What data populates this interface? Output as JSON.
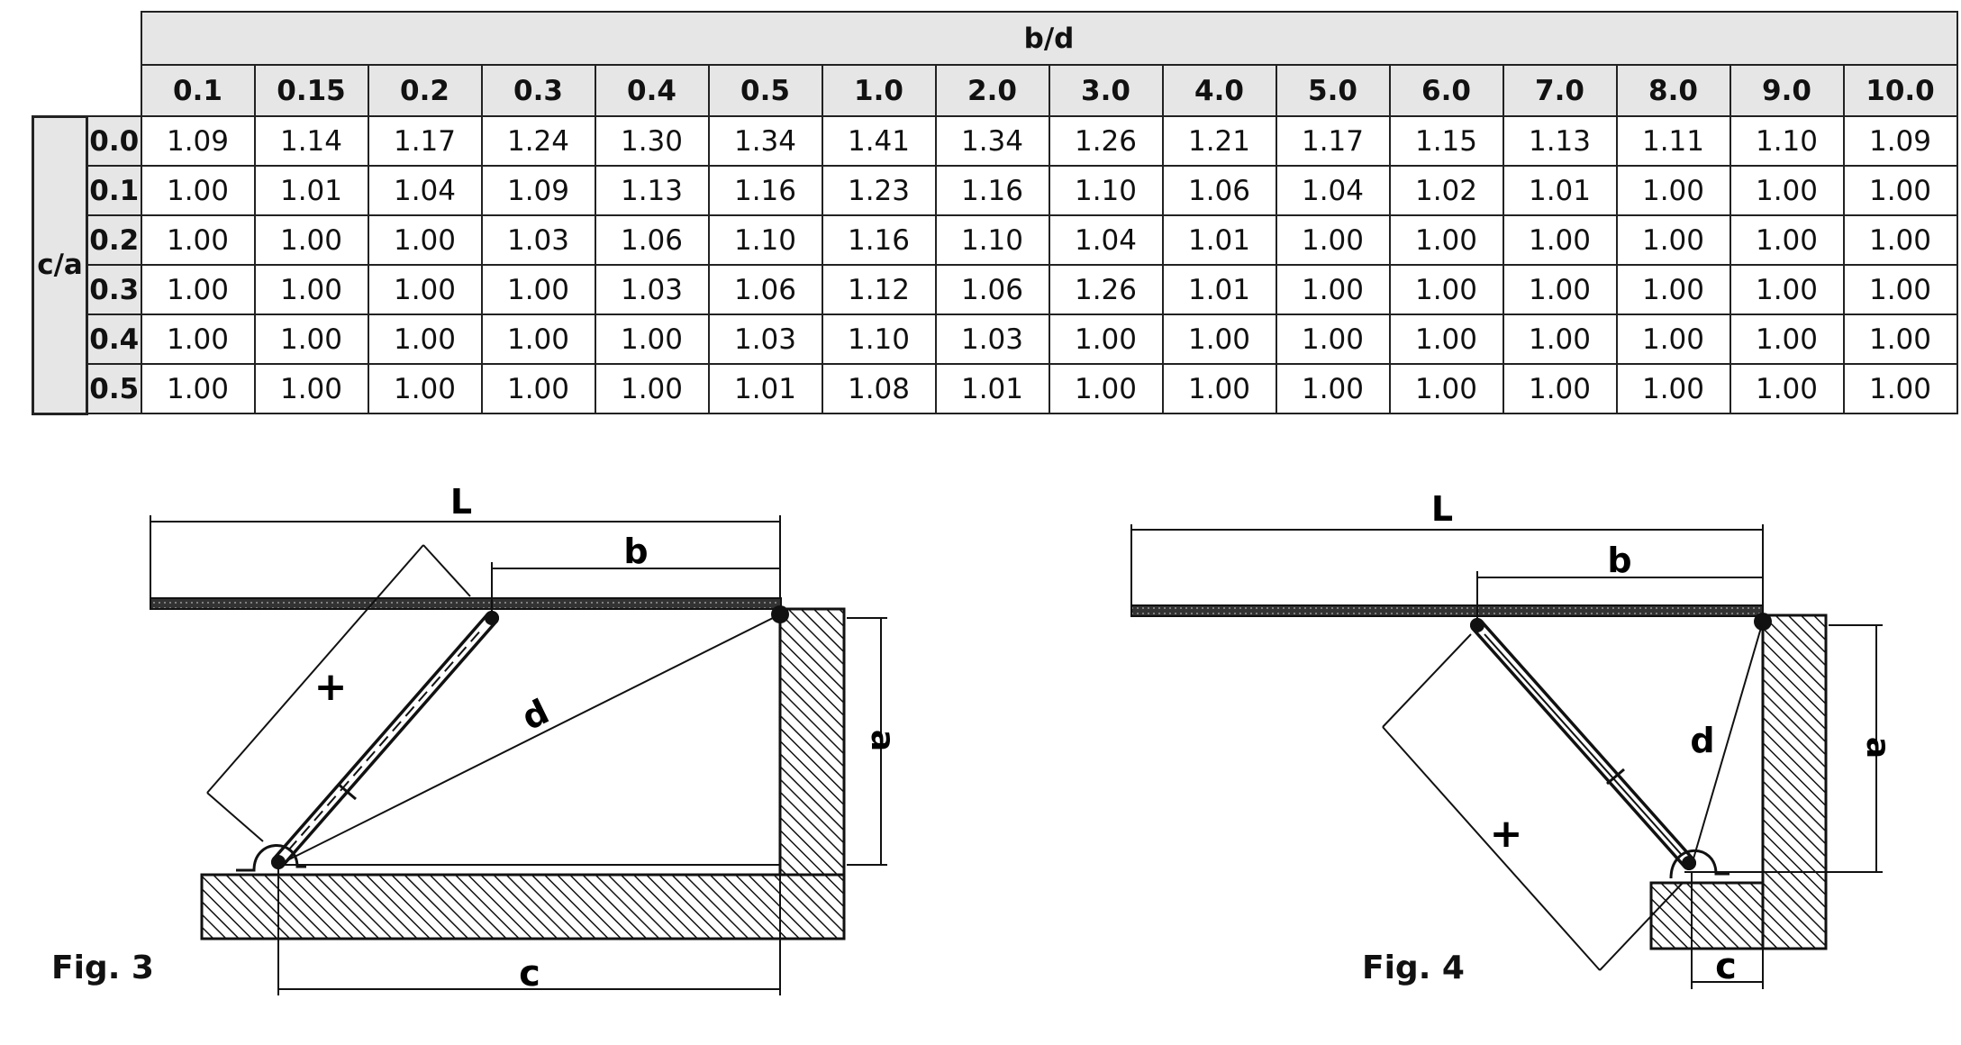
{
  "table": {
    "col_header": "b/d",
    "row_header": "c/a",
    "columns": [
      "0.1",
      "0.15",
      "0.2",
      "0.3",
      "0.4",
      "0.5",
      "1.0",
      "2.0",
      "3.0",
      "4.0",
      "5.0",
      "6.0",
      "7.0",
      "8.0",
      "9.0",
      "10.0"
    ],
    "rows": [
      {
        "label": "0.0",
        "values": [
          "1.09",
          "1.14",
          "1.17",
          "1.24",
          "1.30",
          "1.34",
          "1.41",
          "1.34",
          "1.26",
          "1.21",
          "1.17",
          "1.15",
          "1.13",
          "1.11",
          "1.10",
          "1.09"
        ]
      },
      {
        "label": "0.1",
        "values": [
          "1.00",
          "1.01",
          "1.04",
          "1.09",
          "1.13",
          "1.16",
          "1.23",
          "1.16",
          "1.10",
          "1.06",
          "1.04",
          "1.02",
          "1.01",
          "1.00",
          "1.00",
          "1.00"
        ]
      },
      {
        "label": "0.2",
        "values": [
          "1.00",
          "1.00",
          "1.00",
          "1.03",
          "1.06",
          "1.10",
          "1.16",
          "1.10",
          "1.04",
          "1.01",
          "1.00",
          "1.00",
          "1.00",
          "1.00",
          "1.00",
          "1.00"
        ]
      },
      {
        "label": "0.3",
        "values": [
          "1.00",
          "1.00",
          "1.00",
          "1.00",
          "1.03",
          "1.06",
          "1.12",
          "1.06",
          "1.26",
          "1.01",
          "1.00",
          "1.00",
          "1.00",
          "1.00",
          "1.00",
          "1.00"
        ]
      },
      {
        "label": "0.4",
        "values": [
          "1.00",
          "1.00",
          "1.00",
          "1.00",
          "1.00",
          "1.03",
          "1.10",
          "1.03",
          "1.00",
          "1.00",
          "1.00",
          "1.00",
          "1.00",
          "1.00",
          "1.00",
          "1.00"
        ]
      },
      {
        "label": "0.5",
        "values": [
          "1.00",
          "1.00",
          "1.00",
          "1.00",
          "1.00",
          "1.01",
          "1.08",
          "1.01",
          "1.00",
          "1.00",
          "1.00",
          "1.00",
          "1.00",
          "1.00",
          "1.00",
          "1.00"
        ]
      }
    ]
  },
  "fig3": {
    "caption": "Fig. 3",
    "label_L": "L",
    "label_b": "b",
    "label_d": "d",
    "label_a": "a",
    "label_c": "c",
    "label_plus": "+"
  },
  "fig4": {
    "caption": "Fig. 4",
    "label_L": "L",
    "label_b": "b",
    "label_d": "d",
    "label_a": "a",
    "label_c": "c",
    "label_plus": "+"
  }
}
